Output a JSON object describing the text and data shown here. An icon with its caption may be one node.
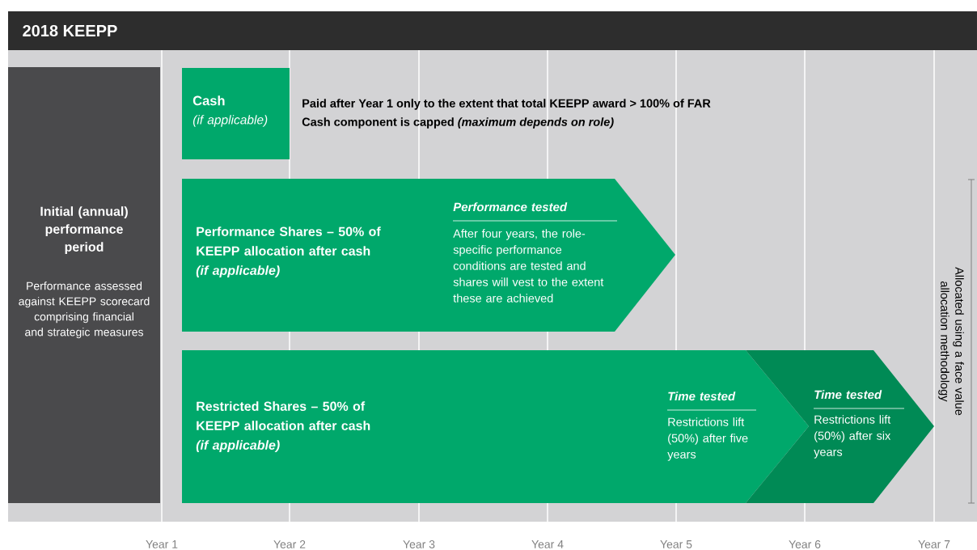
{
  "diagram": {
    "title": "2018 KEEPP",
    "nodes": [
      {
        "text": [
          "Initial (annual) performance period",
          "Performance assessed against KEEPP scorecard comprising financial and strategic measures"
        ]
      },
      {
        "text": [
          "Cash",
          "(if applicable)"
        ],
        "beside": [
          "Paid after Year 1 only to the extent that total KEEPP award > 100% of FAR",
          "Cash component is capped *(maximum depends on role)*"
        ]
      },
      {
        "text": [
          "Performance Shares – 50% of KEEPP allocation after cash *(if applicable)*",
          "Performance tested",
          "After four years, the role-specific performance conditions are tested and shares will vest to the extent these are achieved"
        ]
      },
      {
        "text": [
          "Restricted Shares – 50% of KEEPP allocation after cash *(if applicable)*",
          "Time tested",
          "Restrictions lift (50%) after five years"
        ]
      },
      {
        "text": [
          "Time tested",
          "Restrictions lift (50%) after six years"
        ]
      }
    ],
    "labels": [
      "Allocated using a face value allocation methodology",
      "Year 1",
      "Year 2",
      "Year 3",
      "Year 4",
      "Year 5",
      "Year 6",
      "Year 7"
    ]
  }
}
